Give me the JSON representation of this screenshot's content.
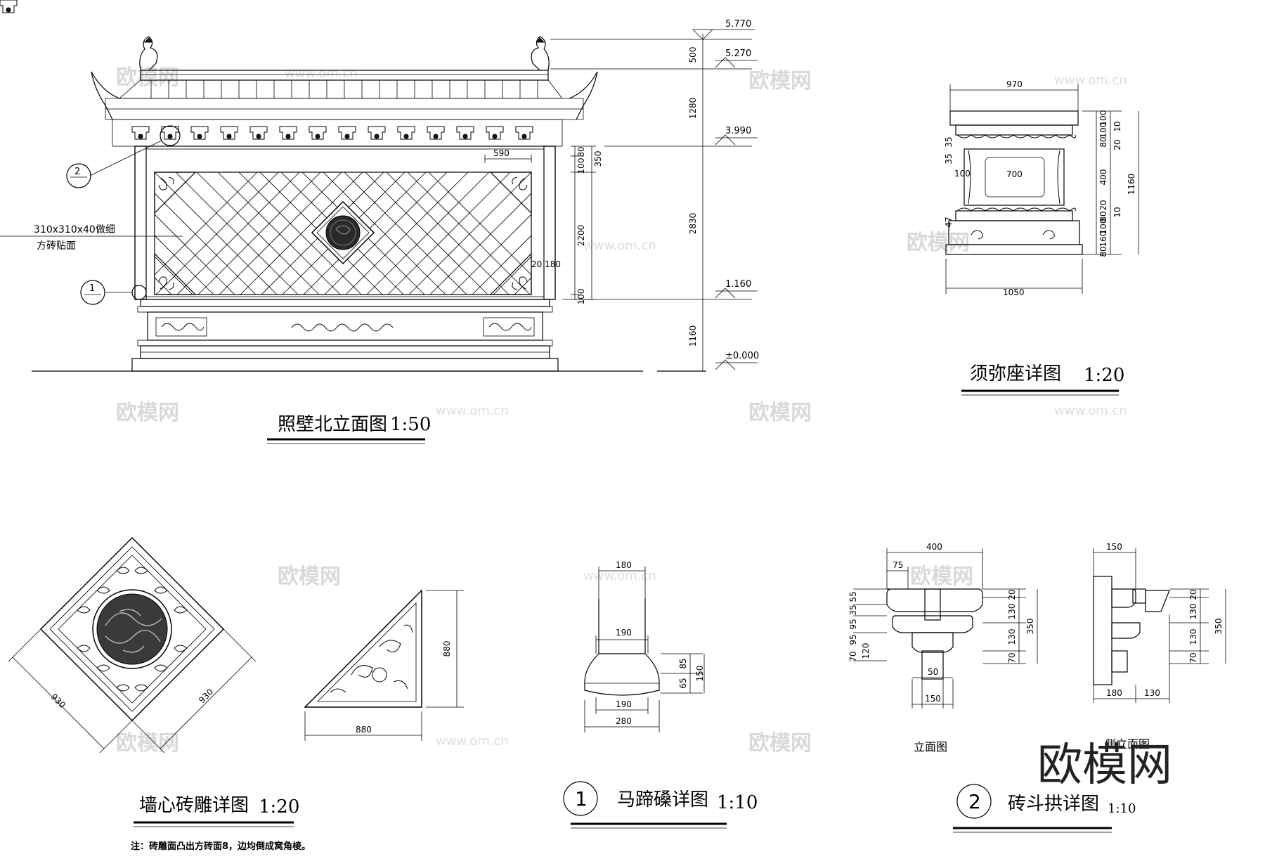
{
  "watermark": {
    "brand": "欧模网",
    "url": "www.om.cn"
  },
  "logo": "欧模网",
  "elevation": {
    "title": "照壁北立面图",
    "scale": "1:50",
    "material_note_1": "310x310x40做细",
    "material_note_2": "方砖贴面",
    "callout_1": "1",
    "callout_2": "2",
    "levels": [
      "5.770",
      "5.270",
      "3.990",
      "1.160",
      "±0.000"
    ],
    "dims_outer": [
      "500",
      "1280",
      "2830",
      "1160"
    ],
    "dims_inner": [
      "80",
      "100",
      "350",
      "2200",
      "100"
    ],
    "dim_top": "590",
    "dim_frame": "20 180"
  },
  "sumeru": {
    "title": "须弥座详图",
    "scale": "1:20",
    "dim_top": "970",
    "dim_panel": "700",
    "dim_bottom": "1050",
    "dim_side_100": "100",
    "dims_left": [
      "35",
      "35",
      "47",
      "100"
    ],
    "dims_right": [
      "100",
      "100",
      "80",
      "400",
      "20",
      "80",
      "100",
      "160",
      "80"
    ],
    "dims_right2": [
      "10",
      "20",
      "10"
    ],
    "dim_total": "1160"
  },
  "brick_carving": {
    "title": "墙心砖雕详图",
    "scale": "1:20",
    "dim_a": "930",
    "dim_b": "930",
    "corner_dim_w": "880",
    "corner_dim_h": "880",
    "note": "注：砖雕面凸出方砖面8，边均倒成窝角棱。"
  },
  "horseshoe": {
    "callout": "1",
    "title": "马蹄磉详图",
    "scale": "1:10",
    "dims": [
      "180",
      "190",
      "190",
      "280"
    ],
    "dims_right": [
      "85",
      "65",
      "150"
    ]
  },
  "bracket": {
    "callout": "2",
    "title": "砖斗拱详图",
    "scale": "1:10",
    "front_label": "立面图",
    "side_label": "侧立面图",
    "front_dims_top": [
      "400",
      "75"
    ],
    "front_dims_left": [
      "55",
      "35",
      "95",
      "95",
      "70",
      "120"
    ],
    "front_dims_right": [
      "20",
      "130",
      "130",
      "70"
    ],
    "front_dim_total": "350",
    "front_dims_bottom": [
      "50",
      "150"
    ],
    "side_dim_top": "150",
    "side_dims_right": [
      "20",
      "130",
      "130",
      "70"
    ],
    "side_dim_total": "350",
    "side_dims_bottom": [
      "180",
      "130"
    ]
  }
}
